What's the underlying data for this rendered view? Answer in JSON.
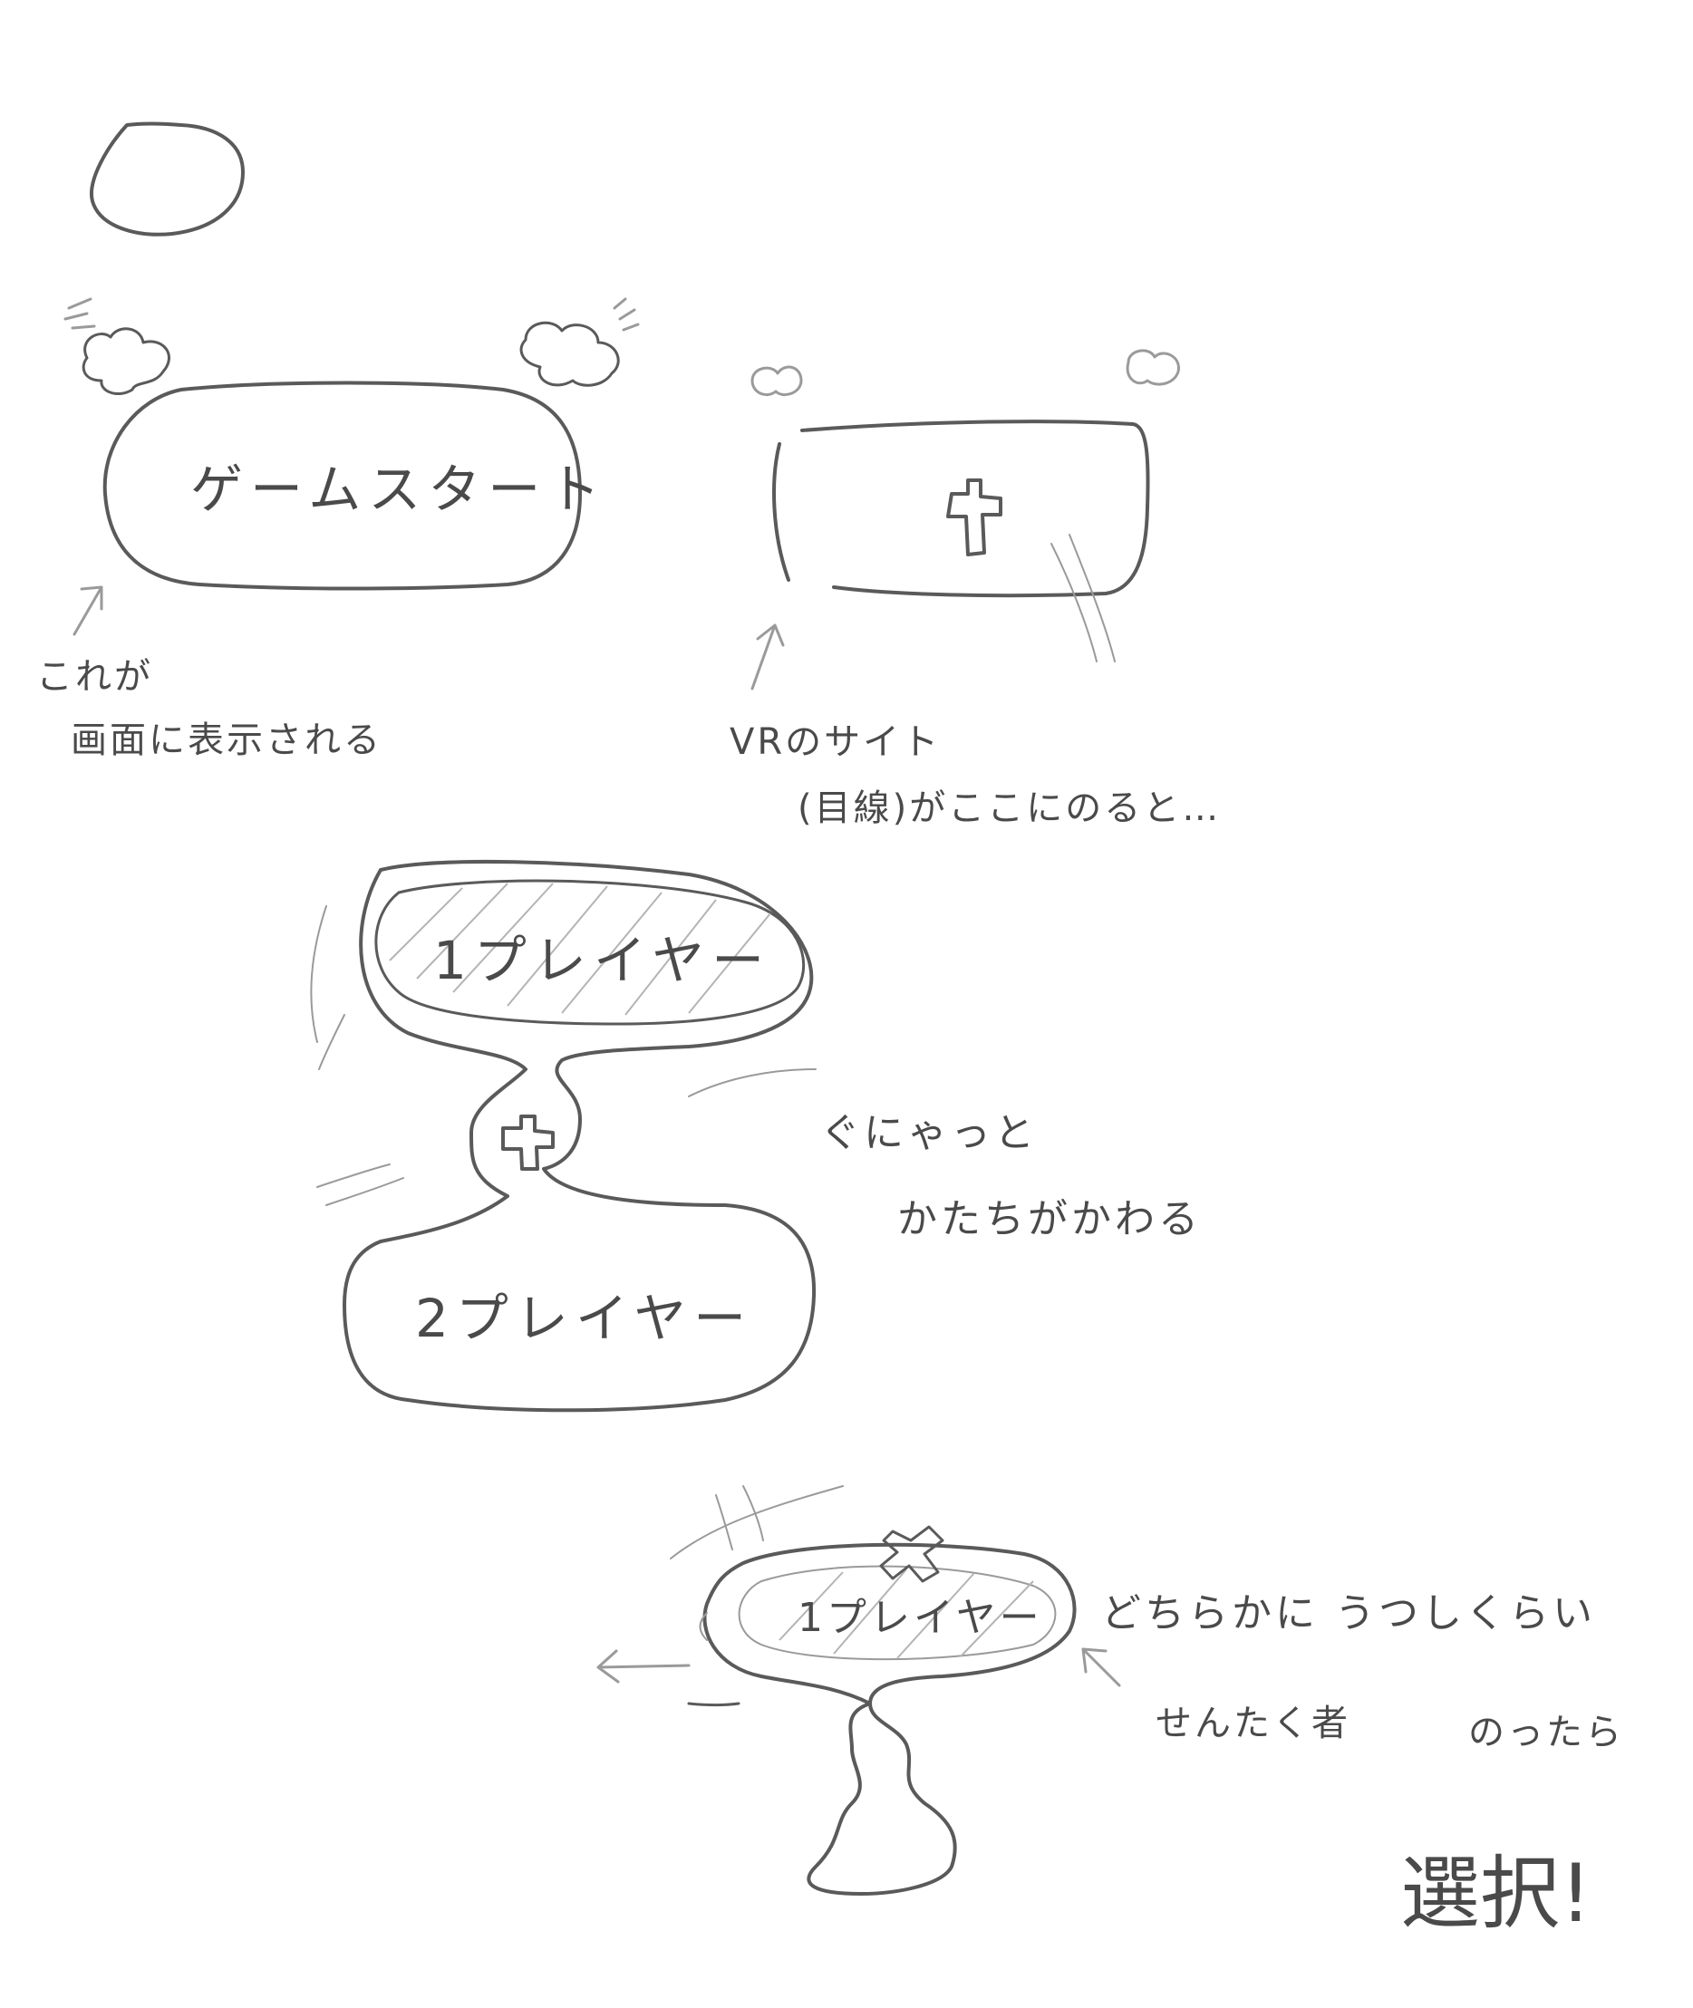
{
  "buttons": {
    "game_start": "ゲームスタート",
    "player1": "1プレイヤー",
    "player2": "2プレイヤー",
    "selected_player1": "1プレイヤー"
  },
  "annotations": {
    "screen_line1": "これが",
    "screen_line2": "画面に表示される",
    "vr_line1": "VRのサイト",
    "vr_line2": "(目線)がここにのると…",
    "shape_line1": "ぐにゃっと",
    "shape_line2": "かたちがかわる",
    "choose_line1": "どちらかに うつしくらい",
    "choose_line2": "せんたく者",
    "choose_line3": "のったら",
    "select_word": "選択!"
  },
  "colors": {
    "ink": "#5a5a5a",
    "ink_light": "#9a9a9a",
    "paper": "#ffffff"
  }
}
